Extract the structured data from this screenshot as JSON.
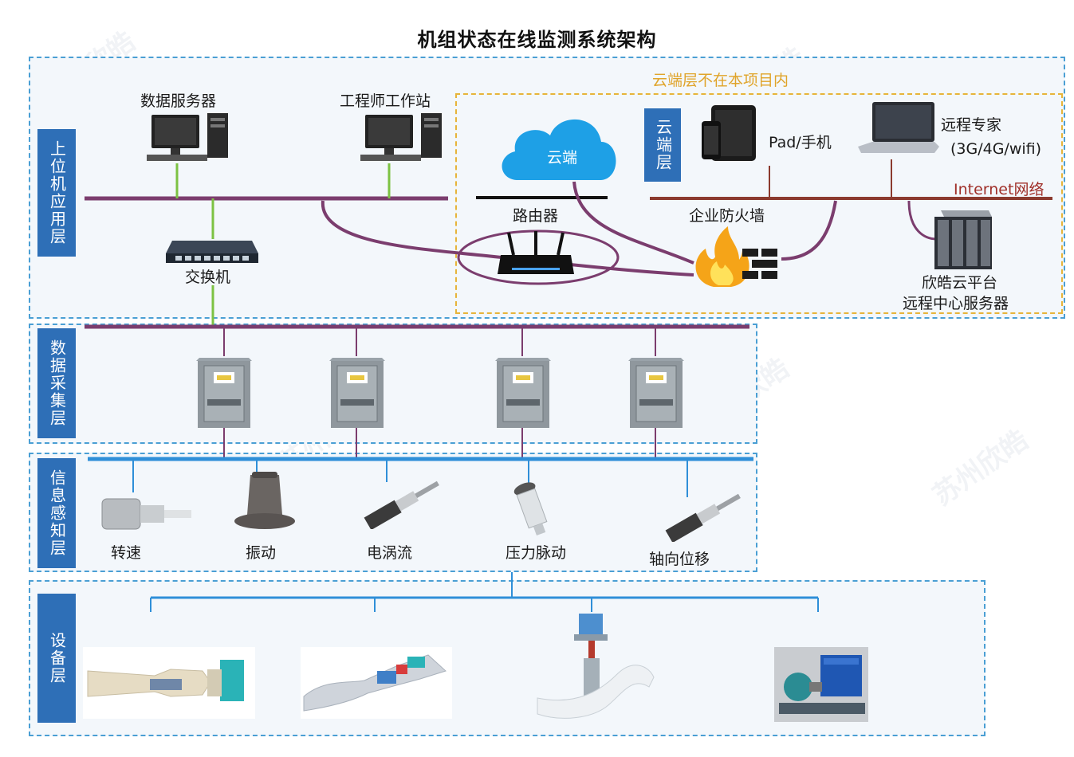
{
  "title": "机组状态在线监测系统架构",
  "layers": {
    "app": "上位机应用层",
    "collect": "数据采集层",
    "sense": "信息感知层",
    "device": "设备层",
    "cloud": "云端层"
  },
  "cloud_note": "云端层不在本项目内",
  "app_layer": {
    "data_server": "数据服务器",
    "workstation": "工程师工作站",
    "switch": "交换机"
  },
  "cloud_layer": {
    "cloud": "云端",
    "router": "路由器",
    "pad": "Pad/手机",
    "expert": "远程专家",
    "expert_net": "(3G/4G/wifi)",
    "internet": "Internet网络",
    "firewall": "企业防火墙",
    "platform_line1": "欣皓云平台",
    "platform_line2": "远程中心服务器"
  },
  "sensors": [
    "转速",
    "振动",
    "电涡流",
    "压力脉动",
    "轴向位移"
  ],
  "watermark": "苏州欣皓",
  "colors": {
    "layer_tag": "#2e6fb7",
    "layer_border": "#4a9fd4",
    "cloud_border": "#e7b43a",
    "cloud_note": "#e0a42a",
    "bus_purple": "#7b3d6e",
    "bus_brown": "#8b3a2e",
    "bus_blue": "#2f8fd8",
    "link_green": "#7cc243",
    "internet_text": "#a0302a"
  }
}
